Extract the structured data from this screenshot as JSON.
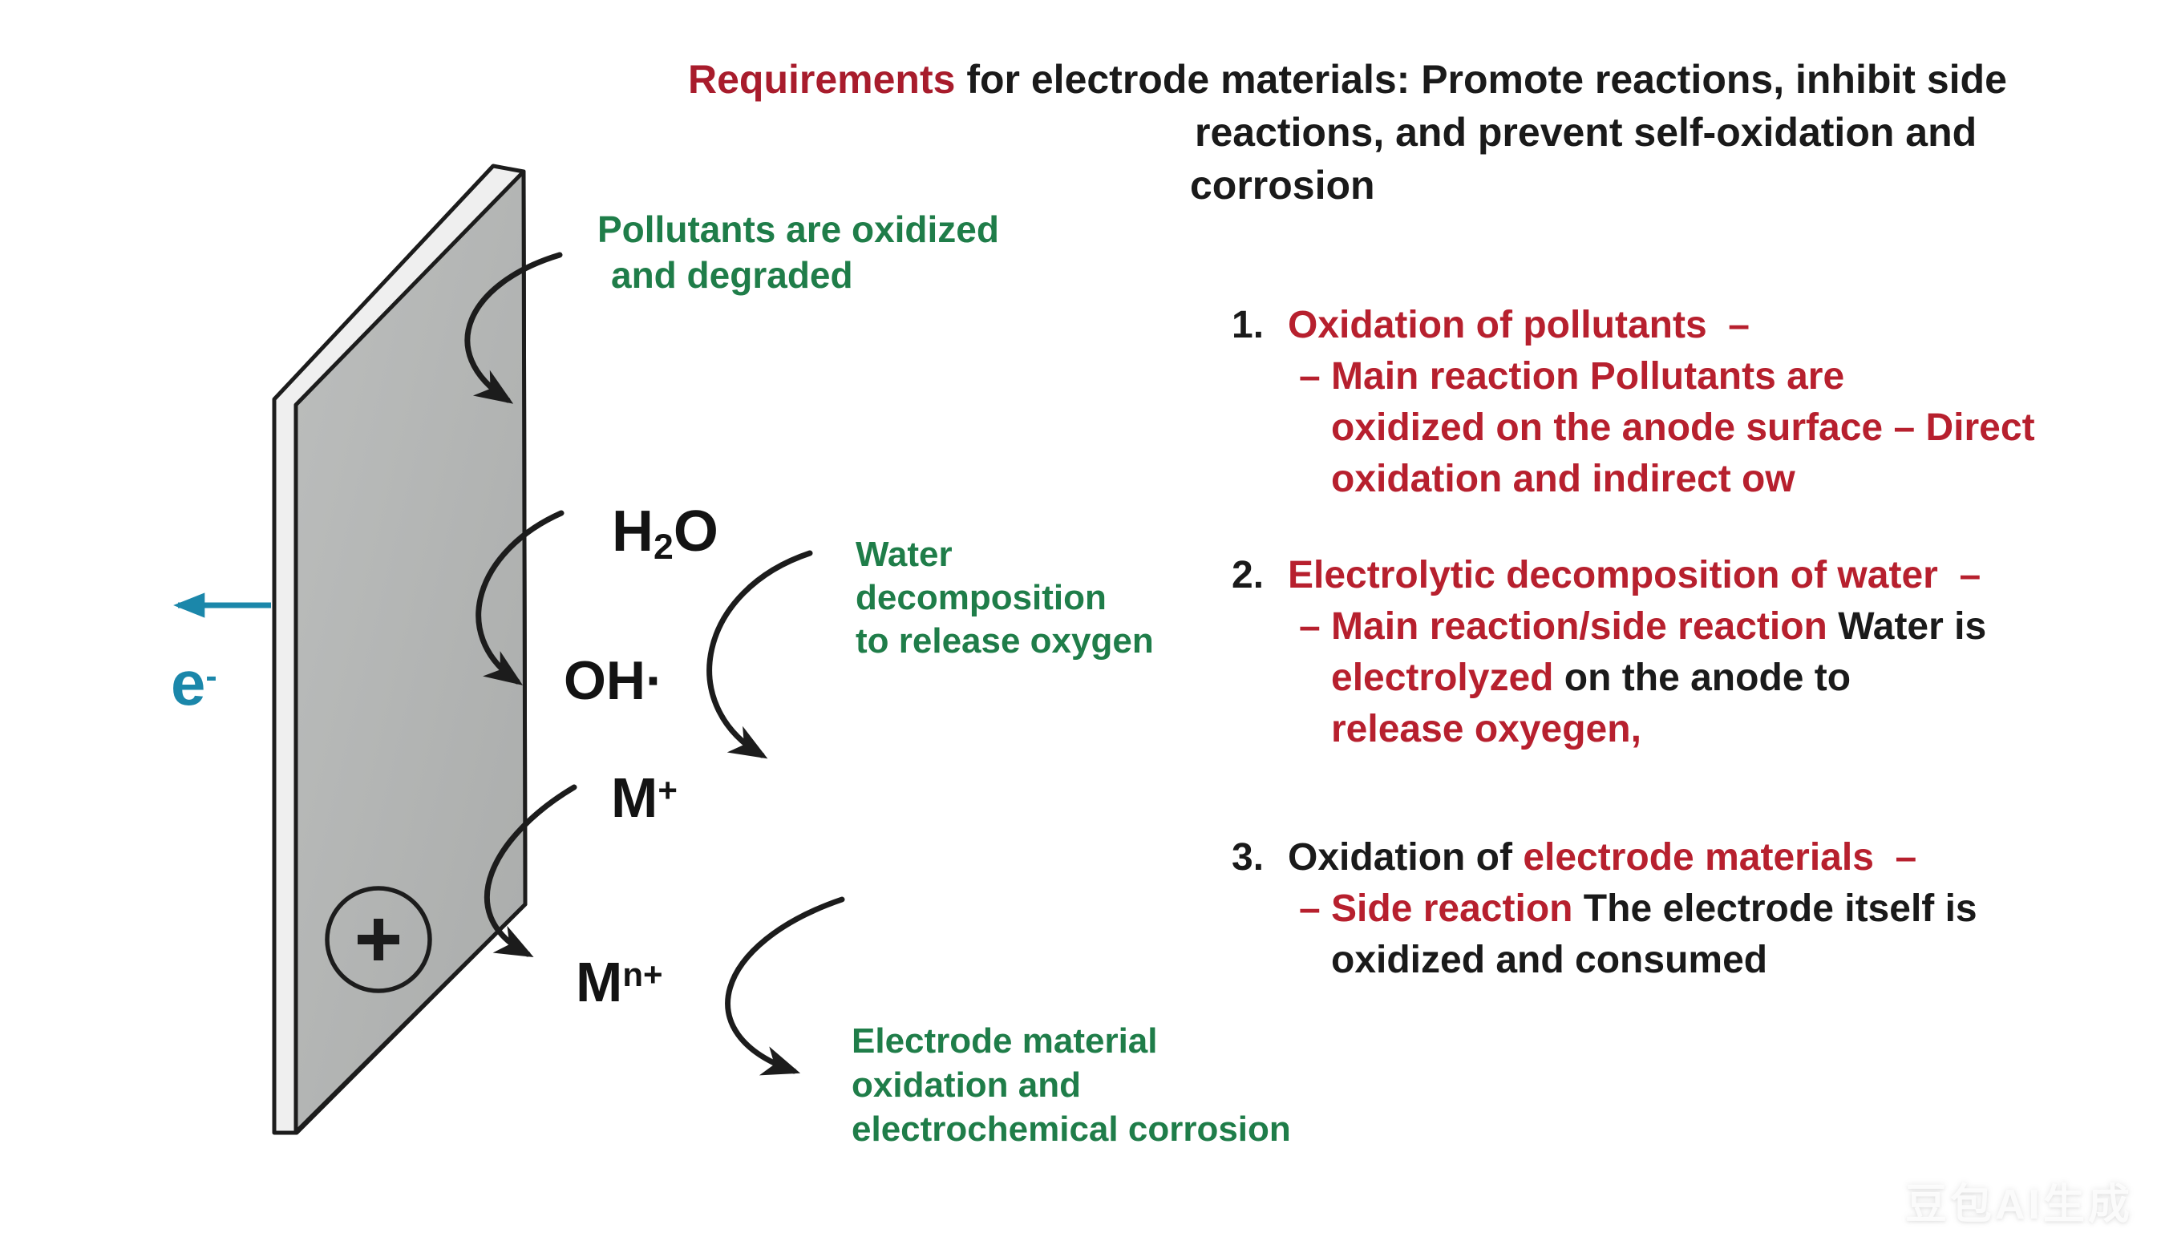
{
  "colors": {
    "title_red": "#a81c2c",
    "list_red": "#b7202e",
    "green": "#1f7d49",
    "teal_electron": "#1b87aa",
    "ink": "#1a1a1a",
    "electrode_face": "#b1b3b2",
    "electrode_side": "#efefef",
    "outline": "#1c1c1c"
  },
  "title": {
    "highlight": "Requirements",
    "line1_rest": " for electrode materials: Promote reactions, inhibit side",
    "line2": "reactions, and prevent self-oxidation and",
    "line3": "corrosion"
  },
  "electrode": {
    "plus_sign": "+",
    "electron": {
      "base": "e",
      "sup": "-"
    },
    "species": {
      "h2o": {
        "base": "H",
        "sub": "2",
        "tail": "O"
      },
      "hydroxyl": "OH·",
      "m_plus": {
        "base": "M",
        "sup": "+"
      },
      "m_n_plus": {
        "base": "M",
        "sup": "n+"
      }
    }
  },
  "annotations": {
    "pollutants": {
      "l1": "Pollutants are oxidized",
      "l2": "and degraded"
    },
    "water": {
      "l1": "Water",
      "l2": "decomposition",
      "l3": "to release oxygen"
    },
    "corrosion": {
      "l1": "Electrode material",
      "l2": "oxidation and",
      "l3": "electrochemical corrosion"
    }
  },
  "list": {
    "items": [
      {
        "number": "1.",
        "heading_red": "Oxidation of pollutants  –",
        "sub1_red": "– Main reaction Pollutants are",
        "sub2_red": "oxidized on the anode surface – Direct",
        "sub3_red": "oxidation and indirect ow"
      },
      {
        "number": "2.",
        "heading_red": "Electrolytic decomposition of water  –",
        "sub1_red": "– Main reaction/side reaction ",
        "sub1_blk": "Water is",
        "sub2_red": "electrolyzed ",
        "sub2_blk": "on the anode to",
        "sub3_red": "release oxyegen,"
      },
      {
        "number": "3.",
        "heading_blk": "Oxidation of ",
        "heading_red": "electrode materials  –",
        "sub1_red": "– Side reaction ",
        "sub1_blk": "The electrode itself is",
        "sub2_blk": "oxidized and consumed"
      }
    ]
  },
  "watermark": "豆包AI生成"
}
